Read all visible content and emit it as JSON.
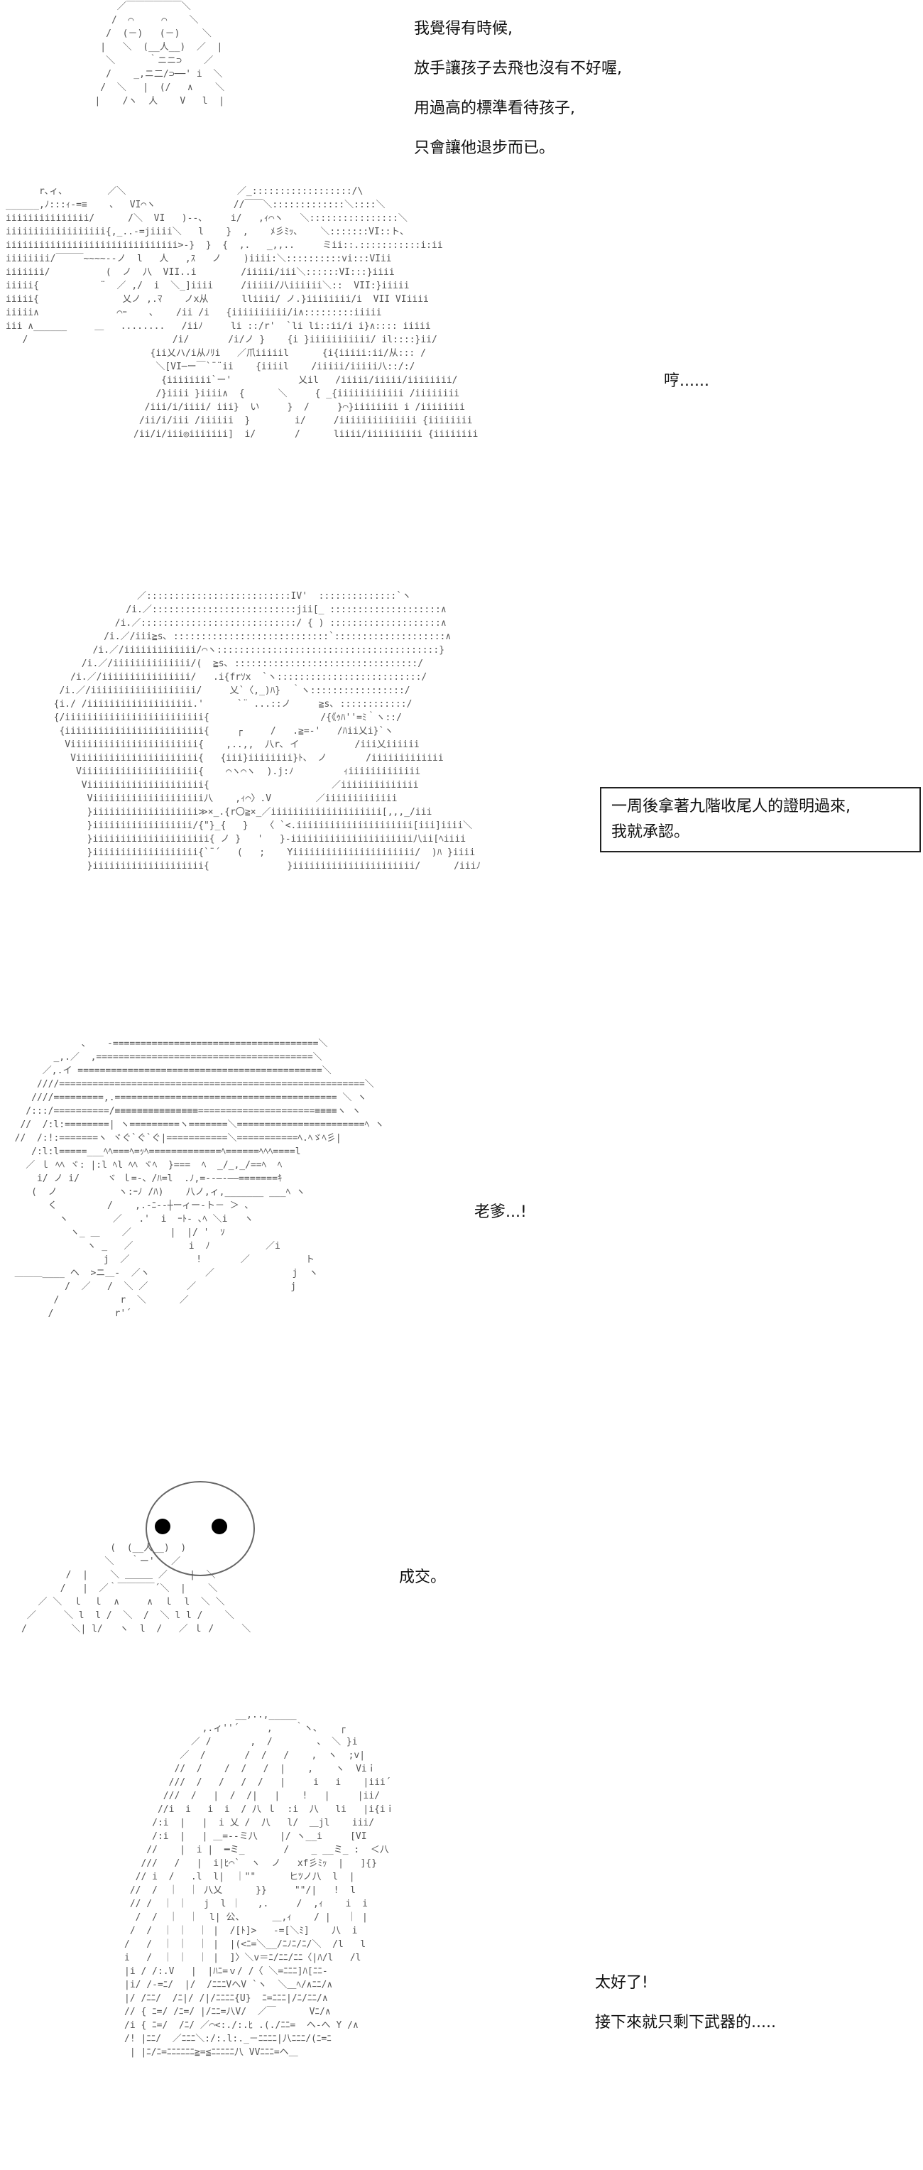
{
  "panels": [
    {
      "dialogue": [
        "我覺得有時候,",
        "放手讓孩子去飛也沒有不好喔,",
        "用過高的標準看待孩子,",
        "只會讓他退步而已。"
      ]
    },
    {
      "dialogue": [
        "哼......"
      ]
    },
    {
      "dialogue": [
        "一周後拿著九階收尾人的證明過來,",
        "我就承認。"
      ]
    },
    {
      "dialogue": [
        "老爹...!"
      ]
    },
    {
      "dialogue": [
        "成交。"
      ]
    },
    {
      "dialogue": [
        "太好了!",
        "接下來就只剩下武器的....."
      ]
    }
  ]
}
